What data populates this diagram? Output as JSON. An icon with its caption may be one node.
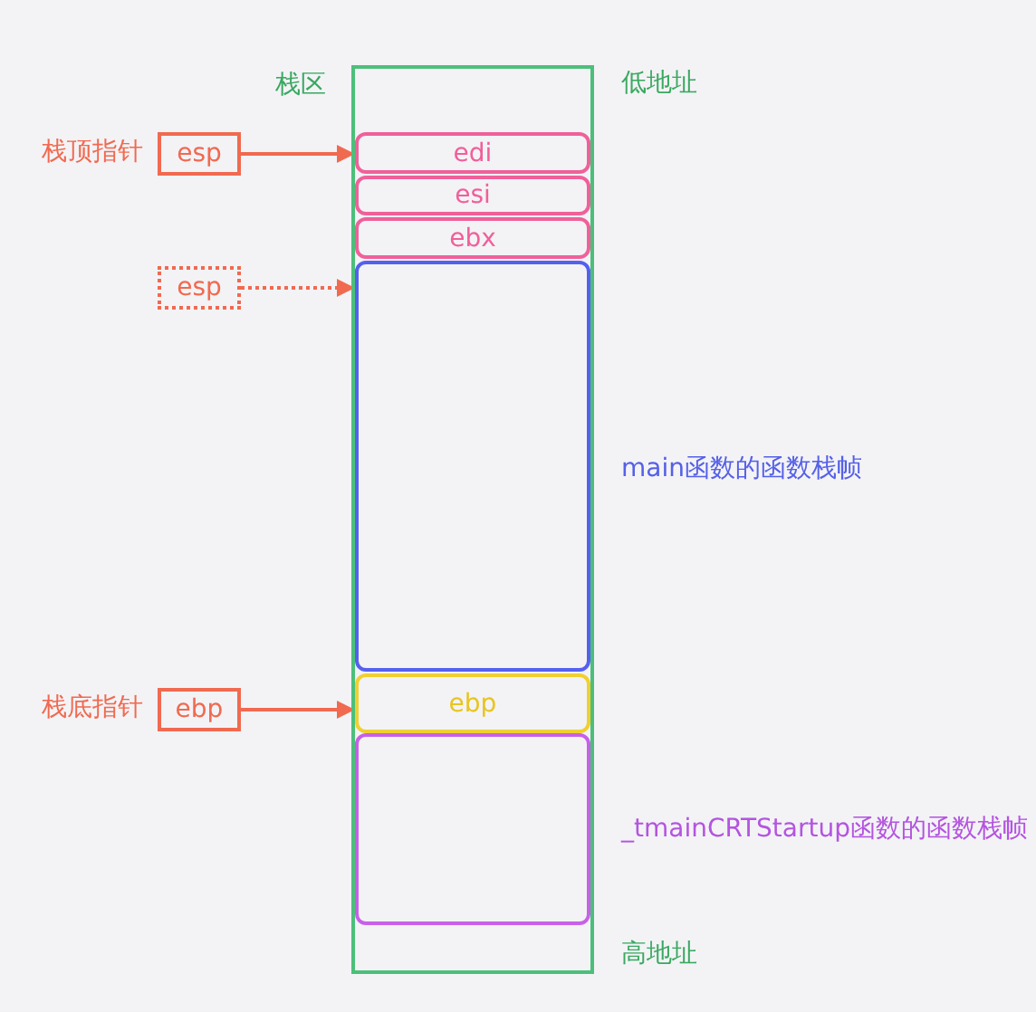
{
  "diagram": {
    "nodes": [
      {
        "text": [
          "栈区"
        ]
      },
      {
        "text": [
          "edi"
        ],
        "in": 0
      },
      {
        "text": [
          "esi"
        ],
        "in": 0
      },
      {
        "text": [
          "ebx"
        ],
        "in": 0
      },
      {
        "text": [],
        "shape": "box",
        "in": 0,
        "beside": [
          "main函数的函数栈帧"
        ]
      },
      {
        "text": [
          "ebp"
        ],
        "in": 0
      },
      {
        "text": [],
        "shape": "box",
        "in": 0,
        "beside": [
          "_tmainCRTStartup函数的函数栈帧"
        ]
      },
      {
        "text": [
          "esp"
        ],
        "beside": [
          "栈顶指针"
        ]
      },
      {
        "text": [
          "esp"
        ]
      },
      {
        "text": [
          "ebp"
        ],
        "beside": [
          "栈底指针"
        ]
      }
    ],
    "edges": [
      {
        "from": 7,
        "to": 1,
        "arrow": "to"
      },
      {
        "from": 8,
        "to": 4,
        "arrow": "to",
        "style": "dashed"
      },
      {
        "from": 9,
        "to": 5,
        "arrow": "to"
      }
    ],
    "labels": [
      "低地址",
      "高地址"
    ]
  }
}
